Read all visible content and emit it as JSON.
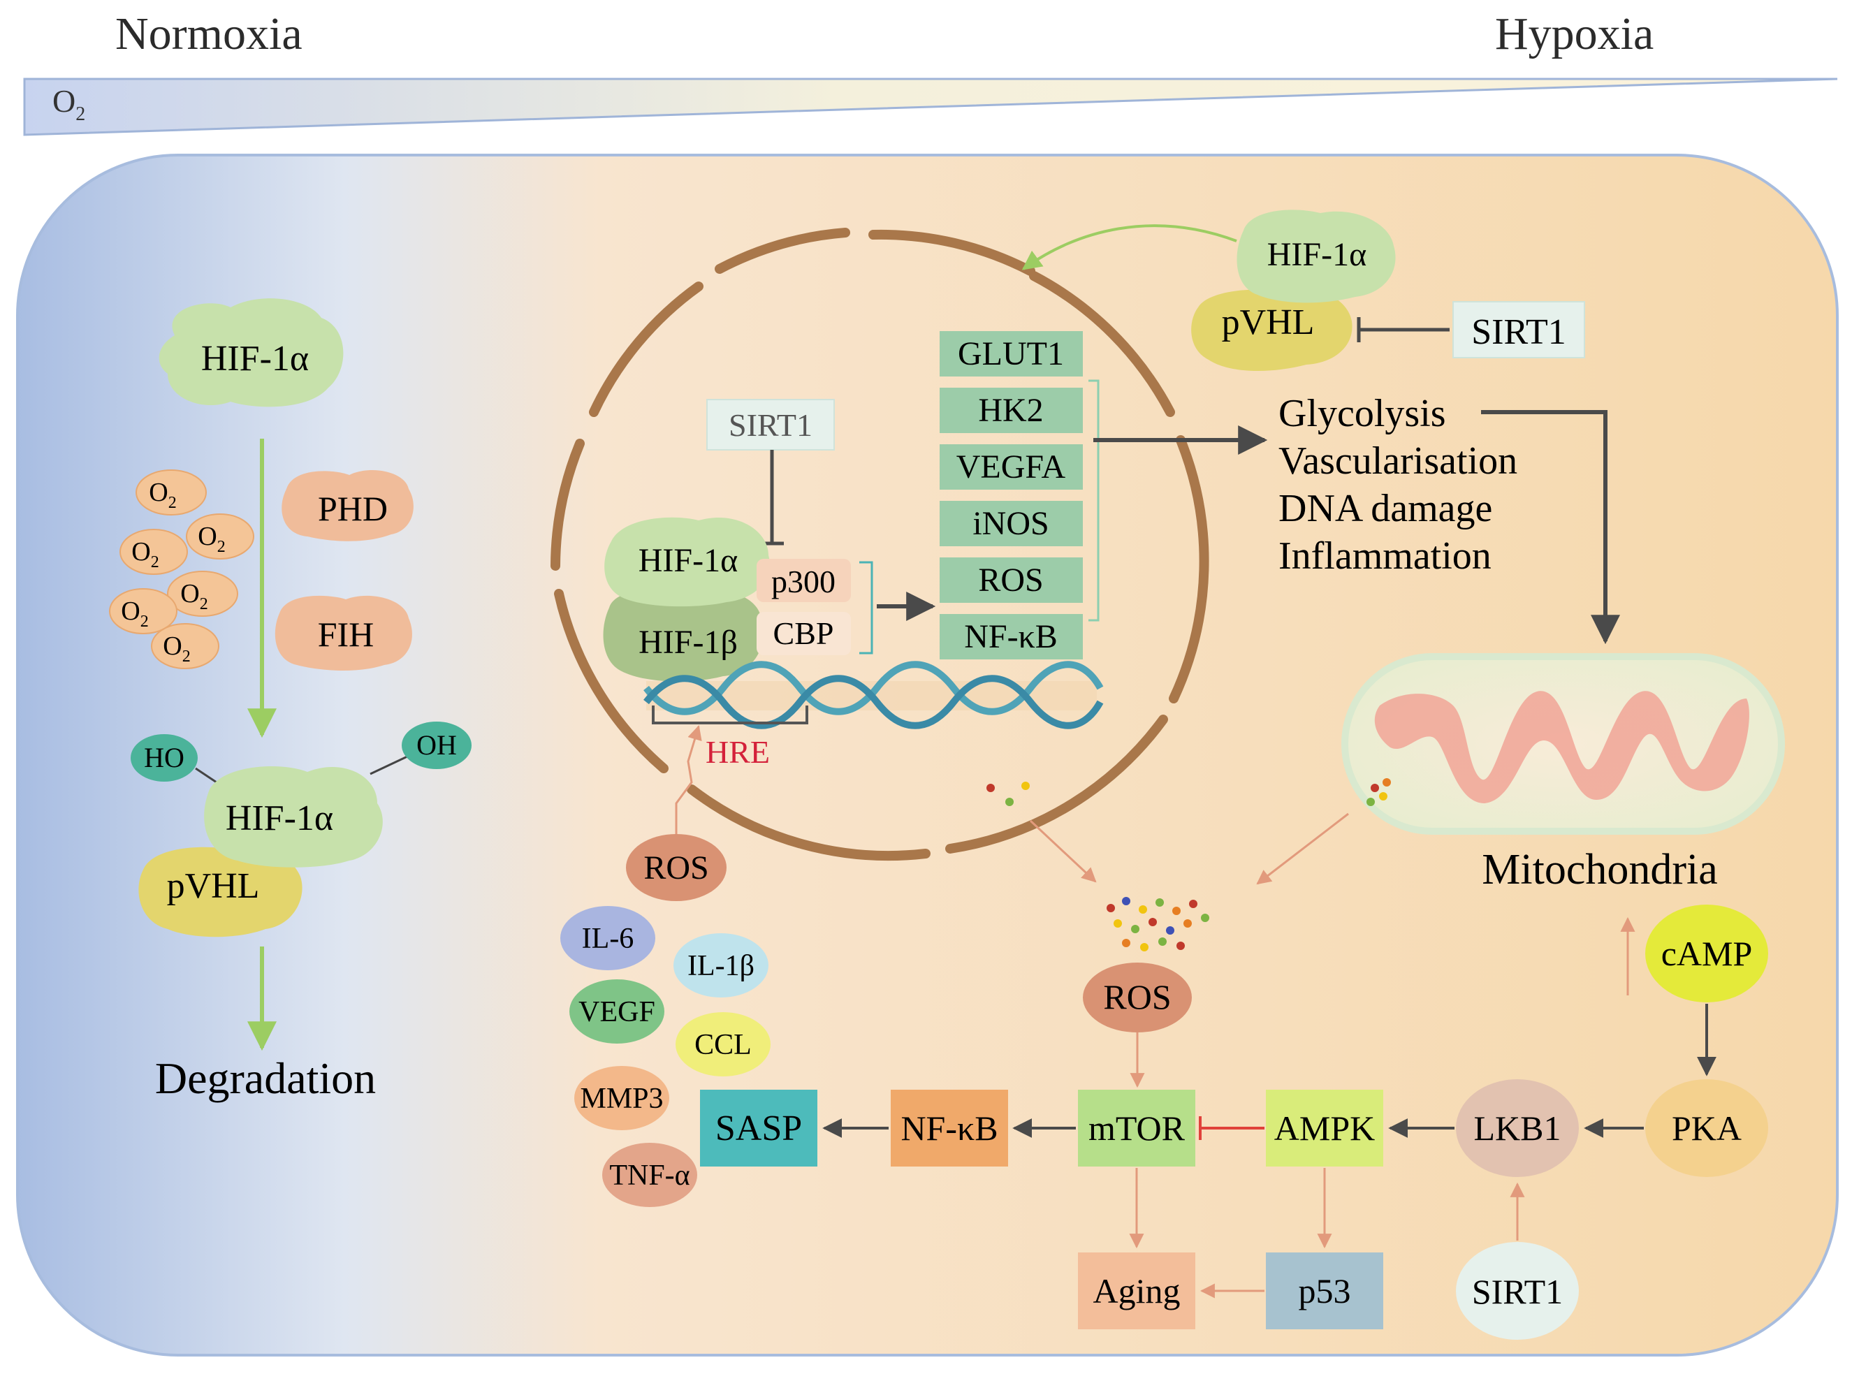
{
  "header": {
    "left": "Normoxia",
    "right": "Hypoxia",
    "o2_base": "O",
    "o2_sub": "2"
  },
  "left_panel": {
    "hif_top": "HIF-1α",
    "o2_base": "O",
    "o2_sub": "2",
    "phd": "PHD",
    "fih": "FIH",
    "ho": "HO",
    "oh": "OH",
    "hif_mid": "HIF-1α",
    "pvhl": "pVHL",
    "degradation": "Degradation"
  },
  "nucleus": {
    "sirt1": "SIRT1",
    "hif1a": "HIF-1α",
    "hif1b": "HIF-1β",
    "p300": "p300",
    "cbp": "CBP",
    "hre": "HRE",
    "targets": [
      "GLUT1",
      "HK2",
      "VEGFA",
      "iNOS",
      "ROS",
      "NF-κB"
    ]
  },
  "top_right": {
    "hif1a": "HIF-1α",
    "pvhl": "pVHL",
    "sirt1": "SIRT1"
  },
  "outcomes": [
    "Glycolysis",
    "Vascularisation",
    "DNA damage",
    "Inflammation"
  ],
  "mitochondria": {
    "label": "Mitochondria"
  },
  "sasp_factors": {
    "il6": "IL-6",
    "il1b": "IL-1β",
    "vegf": "VEGF",
    "ccl": "CCL",
    "mmp3": "MMP3",
    "tnfa": "TNF-α"
  },
  "pathway": {
    "ros_left": "ROS",
    "ros_center": "ROS",
    "sasp": "SASP",
    "nfkb": "NF-κB",
    "mtor": "mTOR",
    "ampk": "AMPK",
    "lkb1": "LKB1",
    "pka": "PKA",
    "camp": "cAMP",
    "aging": "Aging",
    "p53": "p53",
    "sirt1": "SIRT1"
  },
  "colors": {
    "normoxia_blue": "#a9c0e4",
    "hypoxia_peach": "#f7d7a9",
    "membrane": "#a9774a",
    "hif_green": "#c9e3ad",
    "pvhl_yellow": "#e6d66e",
    "box_green": "#9ccca9",
    "arrow_dark": "#4a4a4a",
    "arrow_salmon": "#e29a7c",
    "inhibit_red": "#e0413a",
    "hre_red": "#d4213a"
  }
}
